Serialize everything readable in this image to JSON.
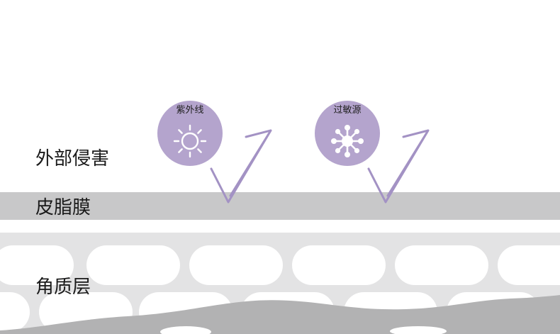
{
  "labels": {
    "invasion": "外部侵害",
    "sebum_membrane": "皮脂膜",
    "stratum_corneum": "角质层"
  },
  "threats": [
    {
      "label": "紫外线",
      "icon": "sun-icon"
    },
    {
      "label": "过敏源",
      "icon": "allergen-icon"
    }
  ],
  "colors": {
    "accent": "#b4a4cd",
    "check_stroke": "#a392c4",
    "sebum_band": "#c8c8c9",
    "stratum_bg": "#e3e3e4",
    "cell": "#ffffff",
    "wave": "#b2b2b3"
  }
}
